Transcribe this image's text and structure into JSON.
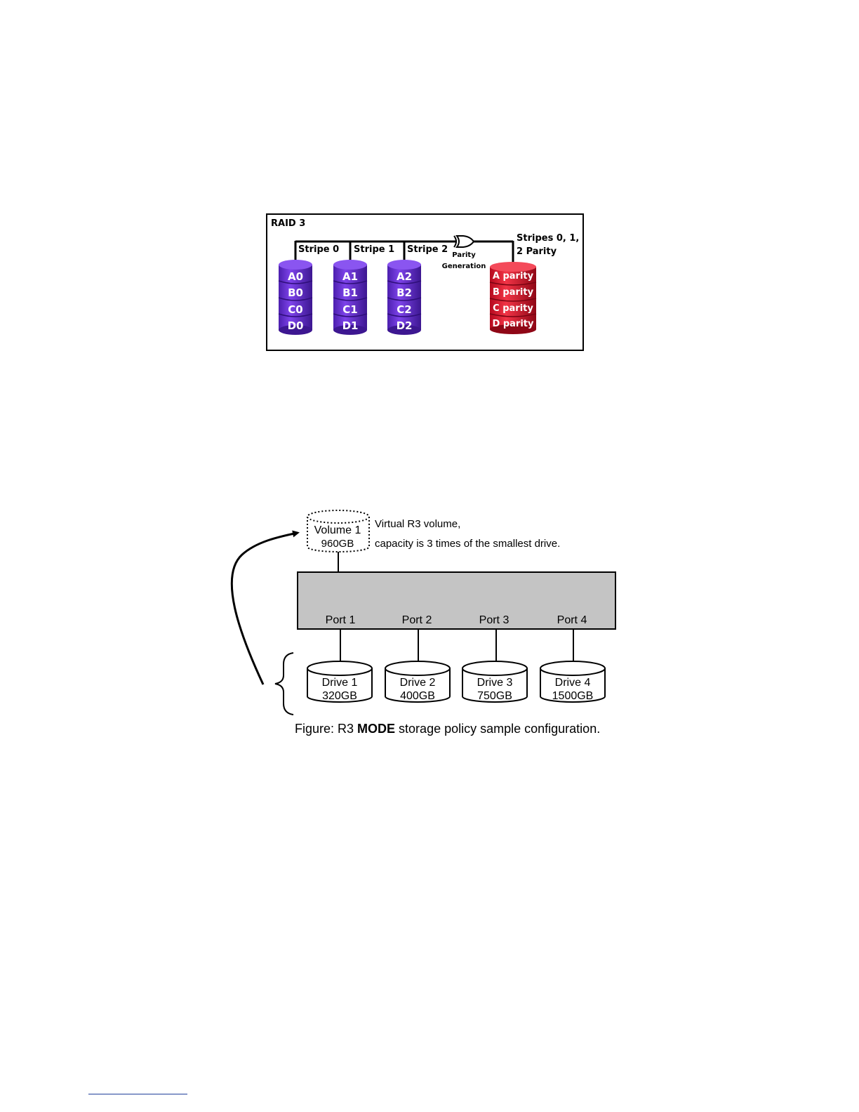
{
  "raid3": {
    "title": "RAID 3",
    "stripe_labels": [
      "Stripe 0",
      "Stripe 1",
      "Stripe 2"
    ],
    "parity_gate_label_line1": "Parity",
    "parity_gate_label_line2": "Generation",
    "parity_output_label_line1": "Stripes 0, 1,",
    "parity_output_label_line2": "2 Parity",
    "data_disks": [
      {
        "blocks": [
          "A0",
          "B0",
          "C0",
          "D0"
        ]
      },
      {
        "blocks": [
          "A1",
          "B1",
          "C1",
          "D1"
        ]
      },
      {
        "blocks": [
          "A2",
          "B2",
          "C2",
          "D2"
        ]
      }
    ],
    "parity_disk": {
      "blocks": [
        "A parity",
        "B parity",
        "C parity",
        "D parity"
      ]
    },
    "colors": {
      "data_disk": "#6a2fd6",
      "data_disk_dark": "#3d1791",
      "parity_disk": "#e4122b",
      "parity_disk_dark": "#8f0716"
    }
  },
  "r3_config": {
    "volume": {
      "name": "Volume 1",
      "capacity": "960GB"
    },
    "volume_note_line1": "Virtual R3 volume,",
    "volume_note_line2": "capacity is 3 times of the smallest drive.",
    "ports": [
      "Port 1",
      "Port 2",
      "Port 3",
      "Port 4"
    ],
    "drives": [
      {
        "name": "Drive 1",
        "capacity": "320GB"
      },
      {
        "name": "Drive 2",
        "capacity": "400GB"
      },
      {
        "name": "Drive 3",
        "capacity": "750GB"
      },
      {
        "name": "Drive 4",
        "capacity": "1500GB"
      }
    ],
    "caption_prefix": "Figure: R3 ",
    "caption_bold": "MODE",
    "caption_suffix": " storage policy sample configuration.",
    "colors": {
      "enclosure": "#c4c4c4"
    }
  }
}
